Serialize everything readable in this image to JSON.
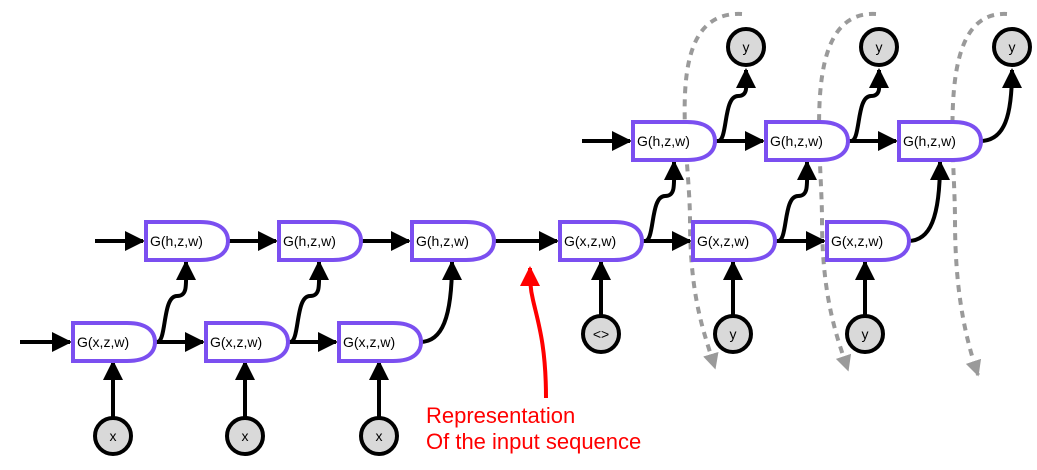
{
  "gates": {
    "enc_bottom_1": "G(x,z,w)",
    "enc_bottom_2": "G(x,z,w)",
    "enc_bottom_3": "G(x,z,w)",
    "enc_top_1": "G(h,z,w)",
    "enc_top_2": "G(h,z,w)",
    "enc_top_3": "G(h,z,w)",
    "dec_bottom_1": "G(x,z,w)",
    "dec_bottom_2": "G(x,z,w)",
    "dec_bottom_3": "G(x,z,w)",
    "dec_top_1": "G(h,z,w)",
    "dec_top_2": "G(h,z,w)",
    "dec_top_3": "G(h,z,w)"
  },
  "nodes": {
    "input_1": "x",
    "input_2": "x",
    "input_3": "x",
    "start_token": "<>",
    "dec_input_1": "y",
    "dec_input_2": "y",
    "output_1": "y",
    "output_2": "y",
    "output_3": "y"
  },
  "annotation": {
    "line1": "Representation",
    "line2": "Of the input sequence"
  },
  "colors": {
    "gate_stroke": "#7b4ff0",
    "node_fill": "#d9d9d9",
    "arrow": "#000000",
    "annotation": "#ff0000",
    "feedback": "#9a9a9a"
  }
}
